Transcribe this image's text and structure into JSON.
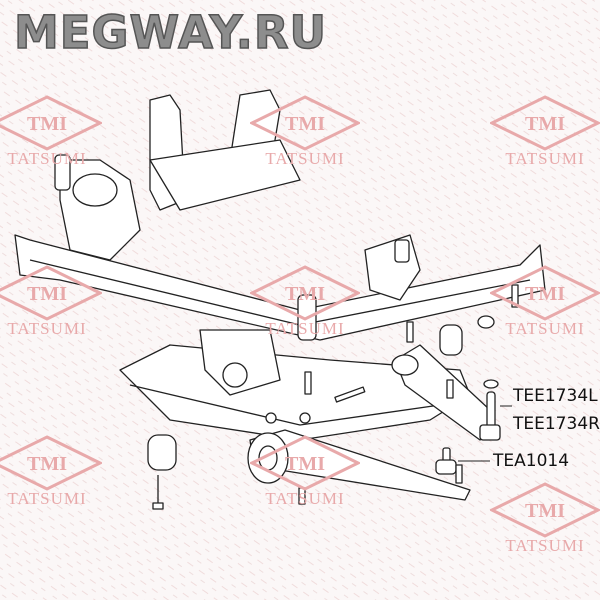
{
  "header": {
    "site_title": "MEGWAY.RU"
  },
  "watermark": {
    "logo_text": "TMI",
    "brand_name": "TATSUMI",
    "color": "#e8a9aa"
  },
  "labels": {
    "part1": "TEE1734L",
    "part2": "TEE1734R",
    "part3": "TEA1014"
  }
}
